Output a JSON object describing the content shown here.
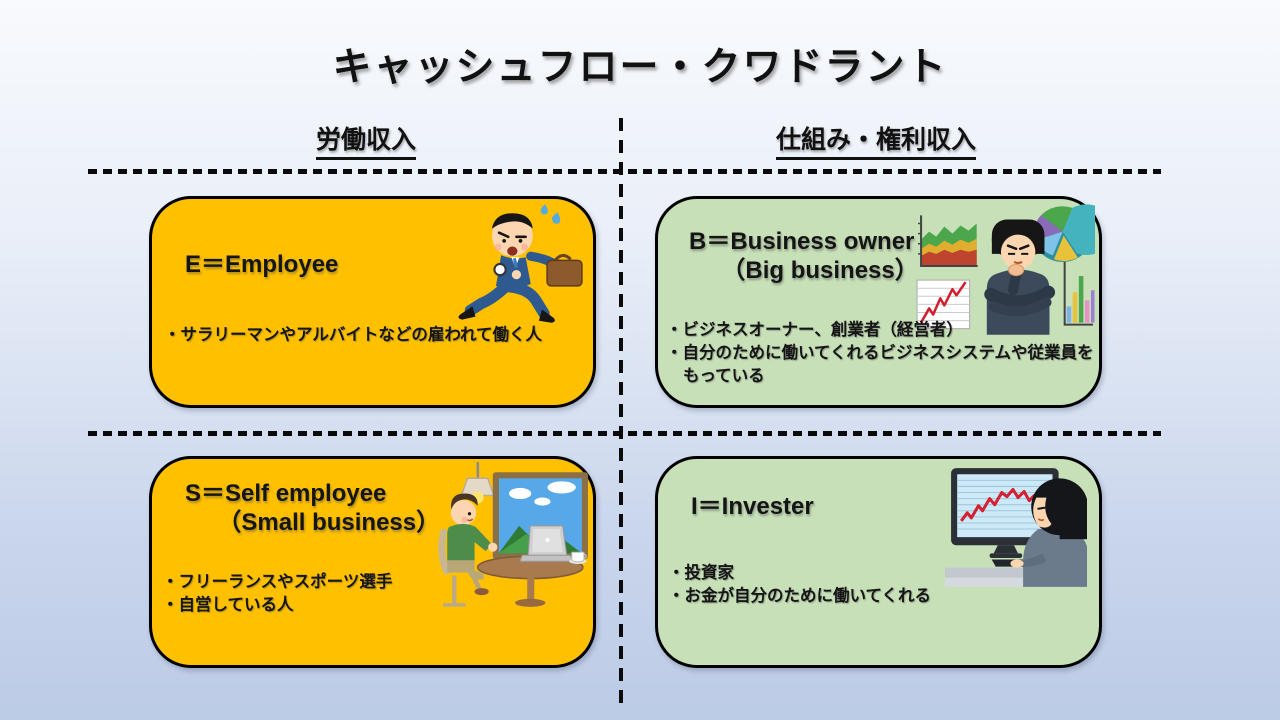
{
  "slide_title": "キャッシュフロー・クワドラント",
  "axis_labels": {
    "left": "労働収入",
    "right": "仕組み・権利収入"
  },
  "quadrants": {
    "employee": {
      "heading": "E＝Employee",
      "subheading": "",
      "bullets": [
        "・サラリーマンやアルバイトなどの雇われて働く人"
      ],
      "illustration": "running-businessman-looking-at-watch",
      "bg_color": "#FFC000"
    },
    "business_owner": {
      "heading": "B＝Business owner",
      "subheading": "（Big business）",
      "bullets": [
        "・ビジネスオーナー、創業者（経営者）",
        "・自分のために働いてくれるビジネスシステムや従業員をもっている"
      ],
      "illustration": "thinking-businessman-with-charts",
      "bg_color": "#C7E0B8"
    },
    "self_employee": {
      "heading": "S＝Self employee",
      "subheading": "（Small business）",
      "bullets": [
        "・フリーランスやスポーツ選手",
        "・自営している人"
      ],
      "illustration": "person-working-on-laptop-at-cafe",
      "bg_color": "#FFC000"
    },
    "invester": {
      "heading": "I＝Invester",
      "subheading": "",
      "bullets": [
        "・投資家",
        "・お金が自分のために働いてくれる"
      ],
      "illustration": "person-watching-stock-chart-on-monitor",
      "bg_color": "#C7E0B8"
    }
  },
  "colors": {
    "background_top": "#F8FAFD",
    "background_bottom": "#BCCBE6",
    "employee_quadrant": "#FFC000",
    "business_quadrant": "#C7E0B8",
    "divider": "#0A0A0A",
    "text": "#141414"
  }
}
